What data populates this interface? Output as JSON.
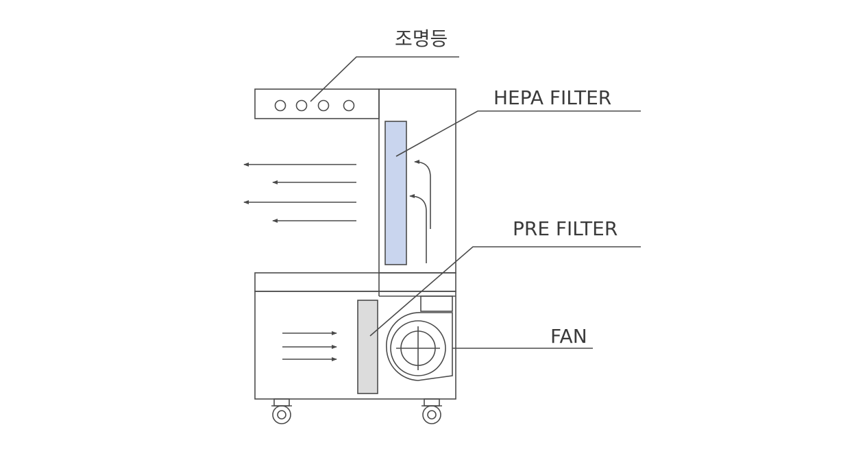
{
  "labels": {
    "lighting": "조명등",
    "hepa_filter": "HEPA FILTER",
    "pre_filter": "PRE FILTER",
    "fan": "FAN"
  },
  "colors": {
    "line": "#4a4a4a",
    "hepa_fill": "#c9d5ee",
    "pre_fill": "#dcdcdc",
    "background": "#ffffff"
  },
  "icons": {
    "lights": "circle",
    "arrows": "arrow-left / arrow-right / curved-arrow-up",
    "fan": "centrifugal-fan-icon",
    "casters": "caster-wheel-icon"
  }
}
